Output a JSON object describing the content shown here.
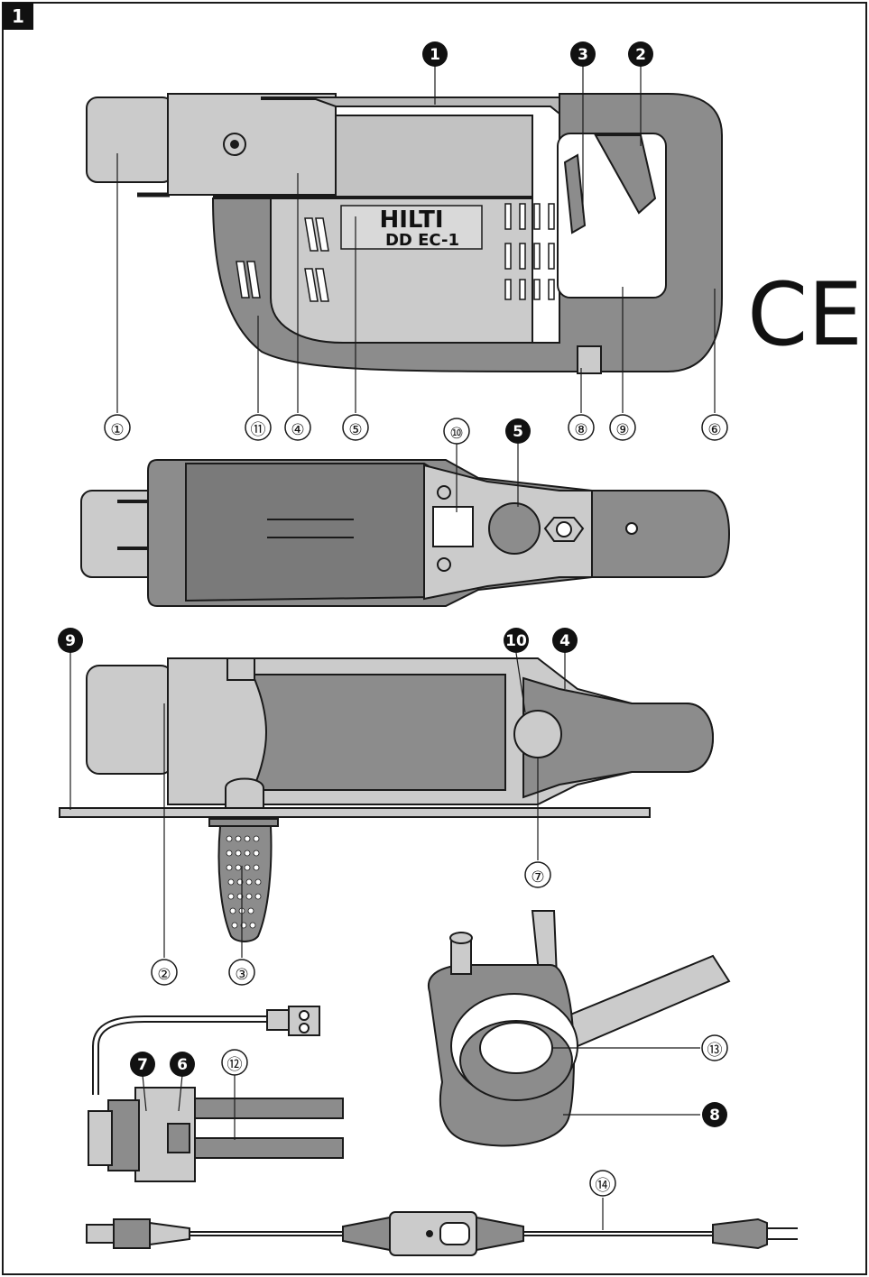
{
  "figure": {
    "number": "1",
    "brand": "HILTI",
    "model": "DD EC-1",
    "ce_mark": "CE",
    "circled_labels": {
      "c1": "①",
      "c2": "②",
      "c3": "③",
      "c4": "④",
      "c5": "⑤",
      "c6": "⑥",
      "c7": "⑦",
      "c8": "⑧",
      "c9": "⑨",
      "c10": "⑩",
      "c11": "⑪",
      "c12": "⑫",
      "c13": "⑬",
      "c14": "⑭"
    },
    "filled_labels": {
      "f1": "1",
      "f2": "2",
      "f3": "3",
      "f4": "4",
      "f5": "5",
      "f6": "6",
      "f7": "7",
      "f8": "8",
      "f9": "9",
      "f10": "10"
    }
  },
  "colors": {
    "body": "#cbcbcb",
    "body_dark": "#8c8c8c",
    "outline": "#1a1a1a",
    "badge": "#111111"
  }
}
